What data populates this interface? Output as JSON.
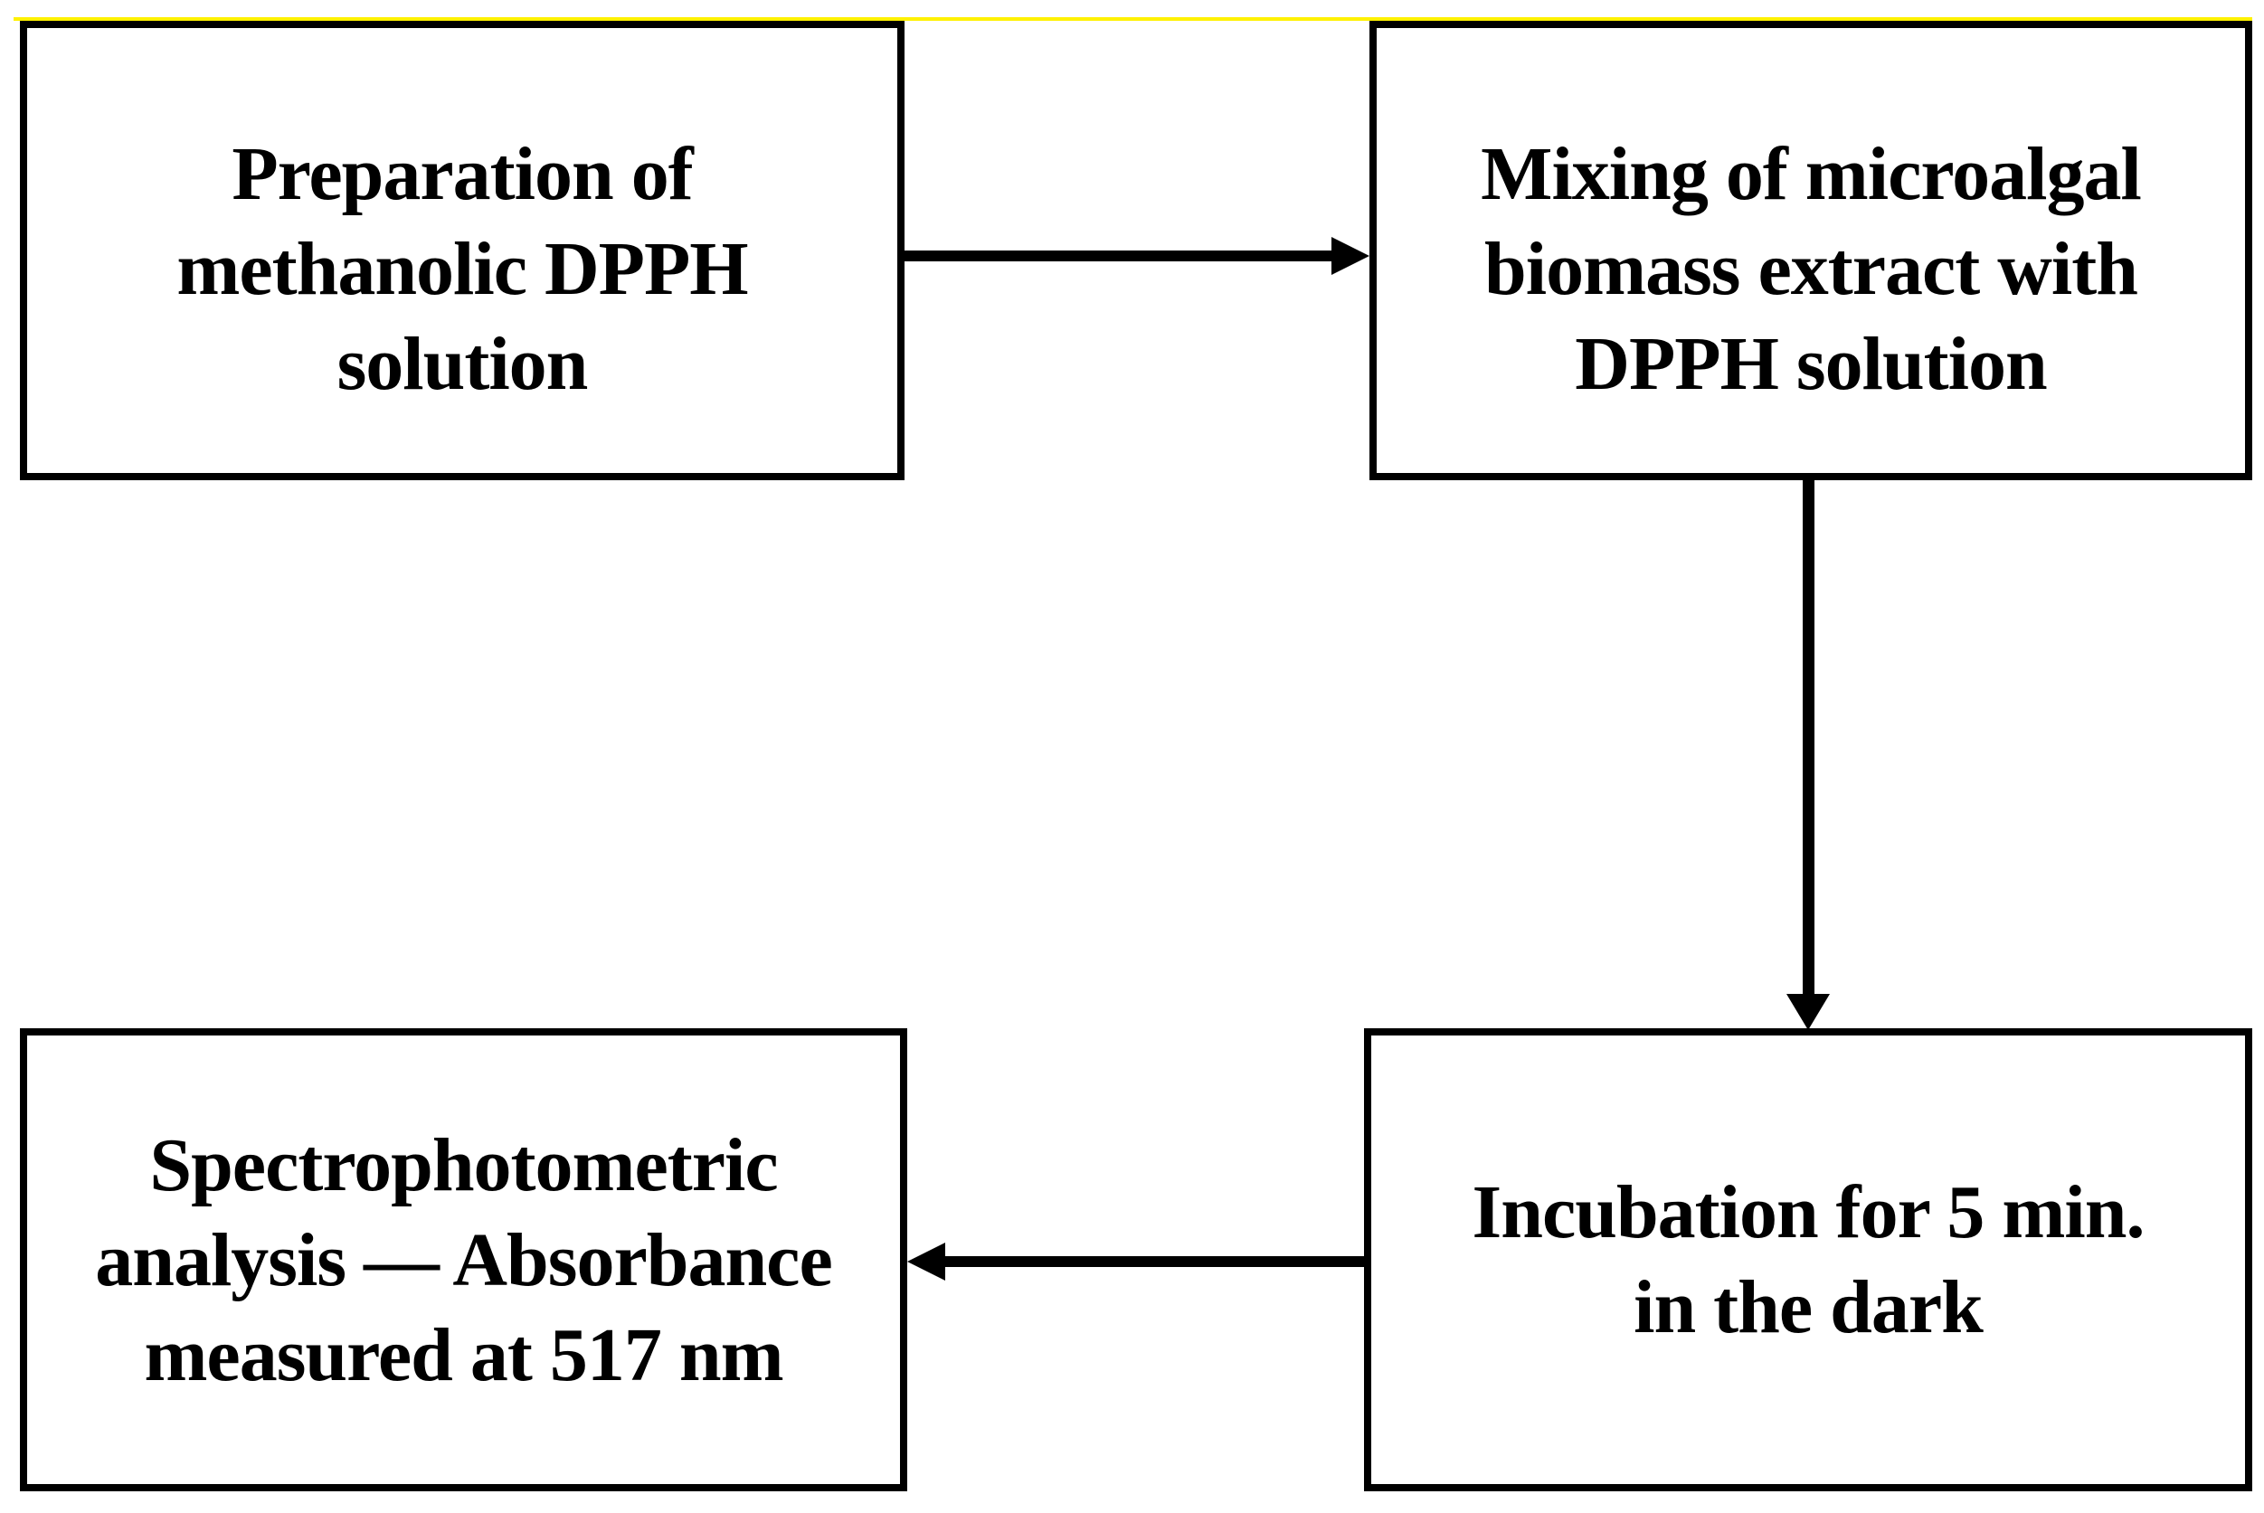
{
  "figure": {
    "type": "flowchart",
    "background_color": "#ffffff",
    "box_border_color": "#000000",
    "text_color": "#000000",
    "highlight_line_color": "#fff100",
    "description": "DPPH antioxidant assay workflow"
  },
  "boxes": [
    {
      "id": "preparation",
      "lines": [
        "Preparation of",
        "methanolic DPPH",
        "solution"
      ],
      "text": "Preparation of methanolic DPPH solution"
    },
    {
      "id": "mixing",
      "lines": [
        "Mixing of microalgal",
        "biomass extract with",
        "DPPH solution"
      ],
      "text": "Mixing of microalgal biomass extract with DPPH solution"
    },
    {
      "id": "incubation",
      "lines": [
        "Incubation for 5 min.",
        "in the dark"
      ],
      "text": "Incubation for 5 min. in the dark"
    },
    {
      "id": "spectrophotometric",
      "lines": [
        "Spectrophotometric",
        "analysis — Absorbance",
        "measured at 517 nm"
      ],
      "text": "Spectrophotometric analysis — Absorbance measured at 517 nm"
    }
  ],
  "arrows": [
    {
      "from": "preparation",
      "to": "mixing",
      "direction": "right"
    },
    {
      "from": "mixing",
      "to": "incubation",
      "direction": "down"
    },
    {
      "from": "incubation",
      "to": "spectrophotometric",
      "direction": "left"
    }
  ]
}
